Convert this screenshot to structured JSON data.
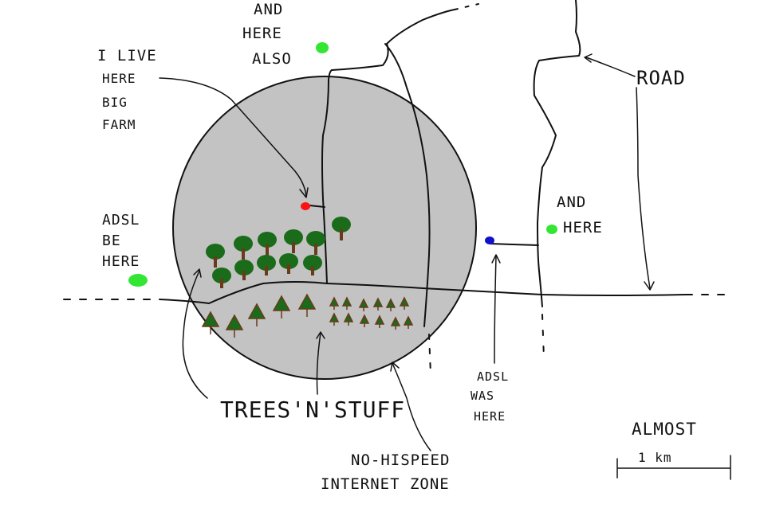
{
  "labels": {
    "and_here_also": [
      "AND",
      "HERE",
      "ALSO"
    ],
    "i_live_here": [
      "I LIVE",
      "HERE",
      "BIG",
      "FARM"
    ],
    "adsl_be_here": [
      "ADSL",
      "BE",
      "HERE"
    ],
    "and_here": [
      "AND",
      "HERE"
    ],
    "road": "ROAD",
    "adsl_was_here": [
      "ADSL",
      "WAS",
      "HERE"
    ],
    "trees": "TREES'N'STUFF",
    "no_hispeed": [
      "NO-HISPEED",
      "INTERNET ZONE"
    ],
    "scale_top": "ALMOST",
    "scale_bottom": "1 km"
  },
  "colors": {
    "zone_fill": "#c3c3c3",
    "home_dot": "#ff1111",
    "adsl_old_dot": "#1111cc",
    "adsl_possible_dot": "#33e633",
    "tree_crown": "#1a6b1a",
    "tree_trunk": "#6b3a1a",
    "pine": "#1a6b1a"
  }
}
